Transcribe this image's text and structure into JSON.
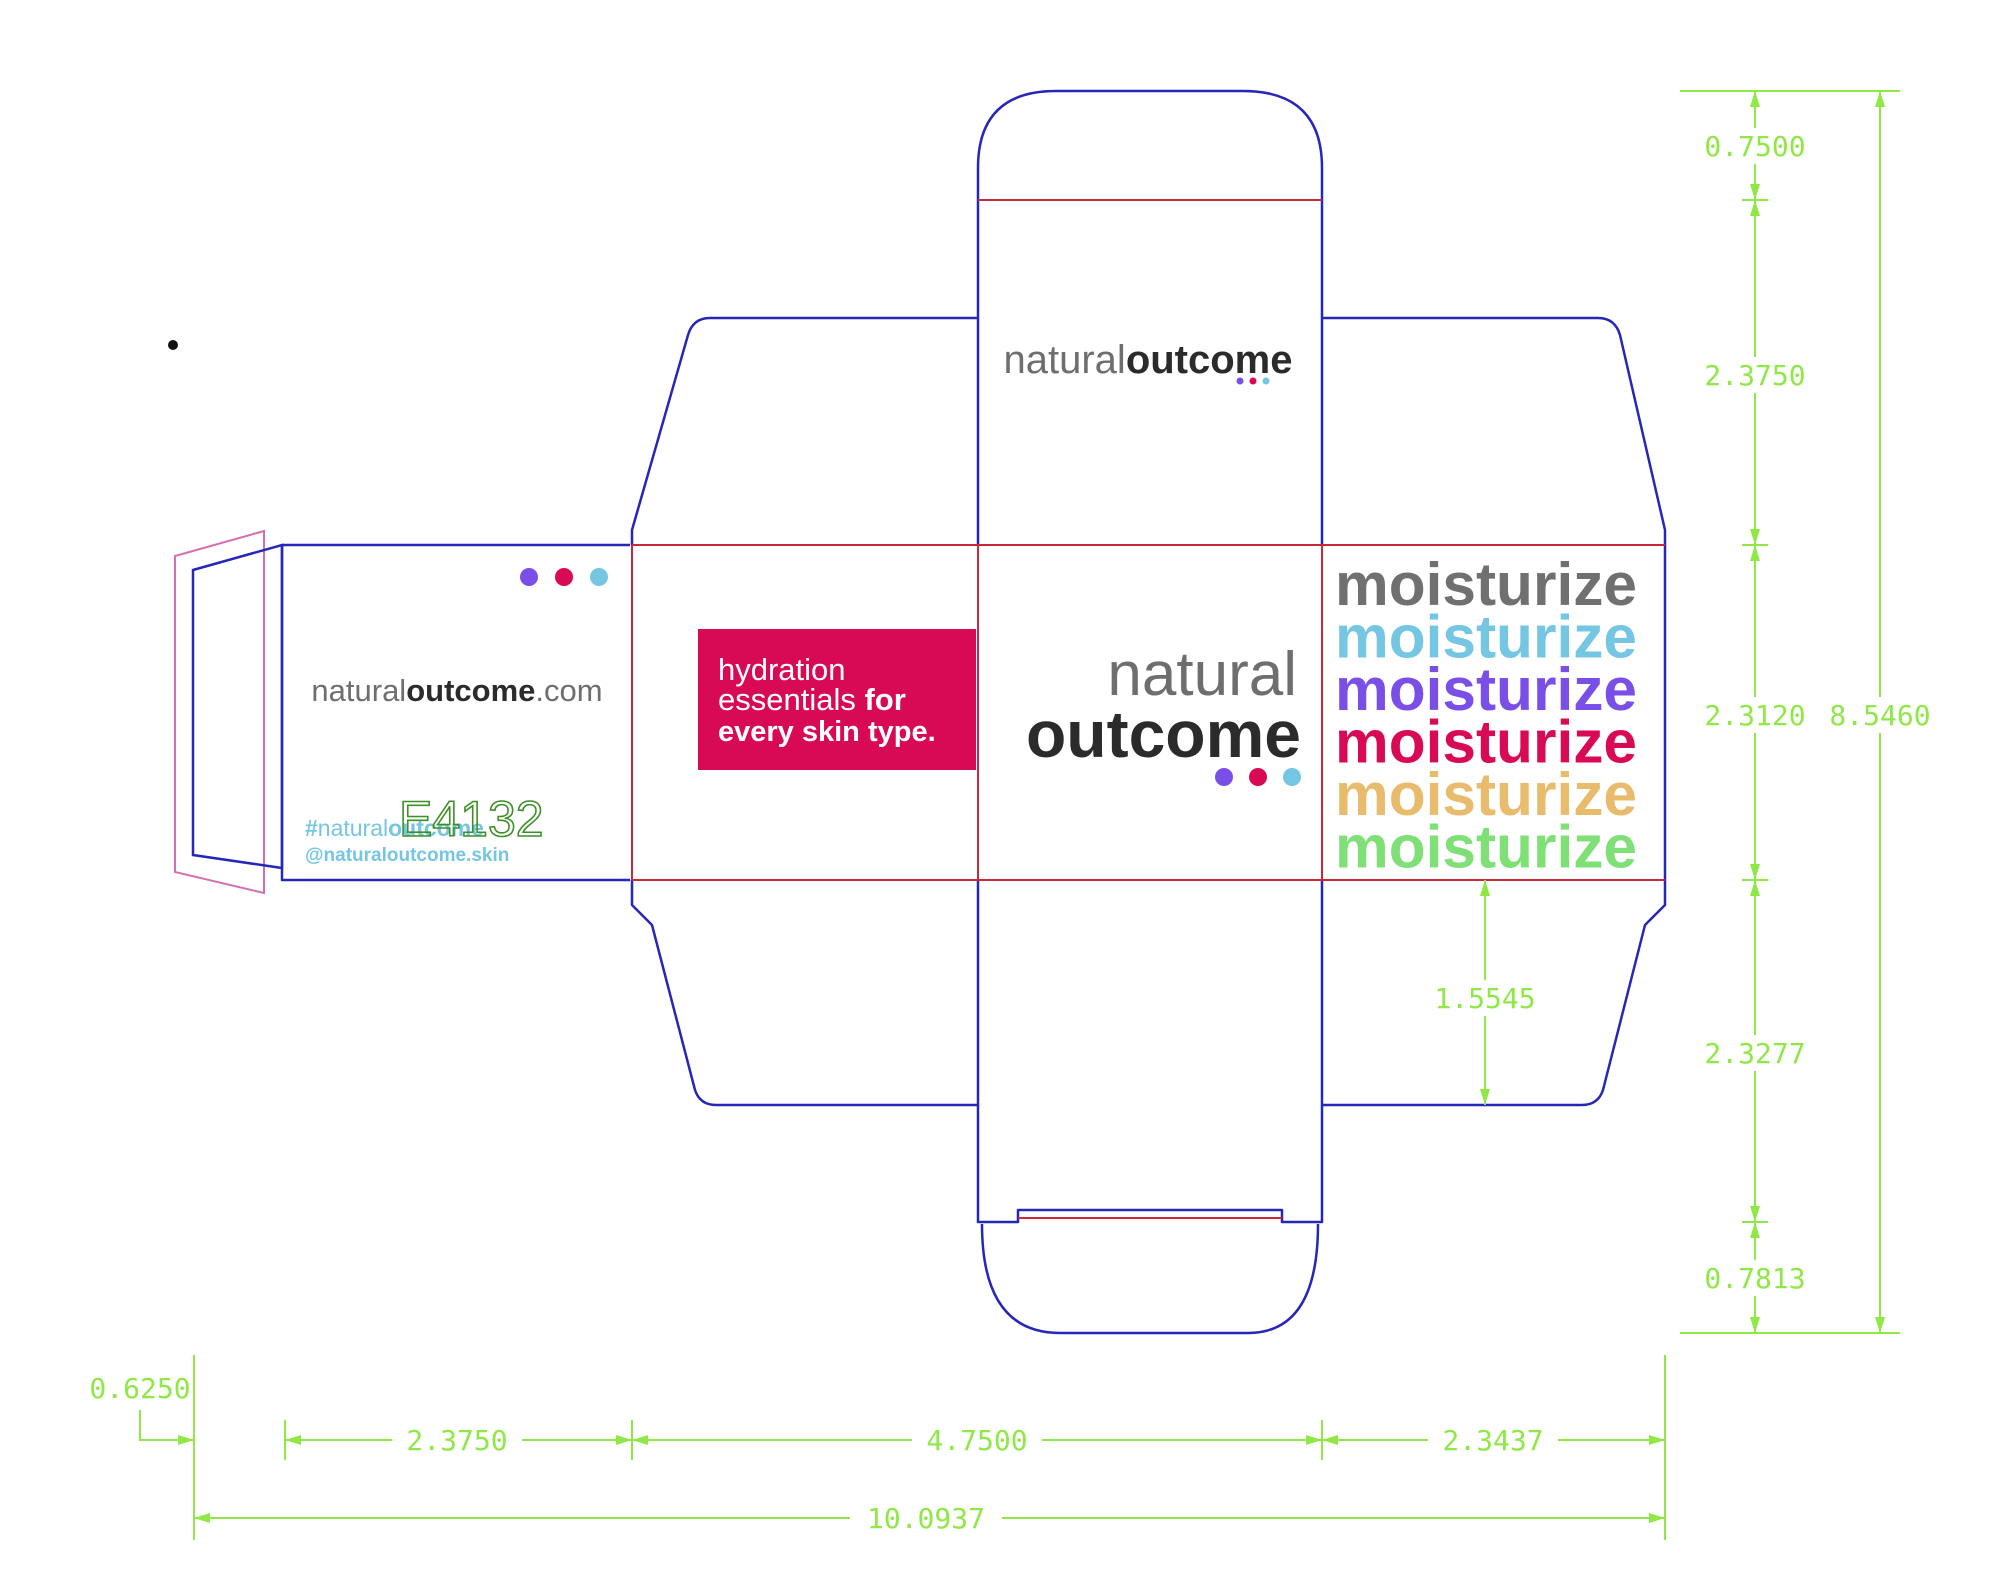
{
  "brand": {
    "light": "natural",
    "bold": "outcome",
    "domain_suffix": ".com",
    "stacked_light": "natural",
    "stacked_bold": "outcome"
  },
  "side_panel": {
    "hashtag_prefix": "#",
    "hashtag_light": "natural",
    "hashtag_bold": "outcome",
    "handle": "@naturaloutcome.skin",
    "code": "E4132"
  },
  "tagline": {
    "line1": "hydration",
    "line2_light": "essentials",
    "line2_bold": "for",
    "line3": "every skin type."
  },
  "moisturize": {
    "word": "moisturize",
    "colors": [
      "#707070",
      "#74C6E2",
      "#7A4FE8",
      "#D90A55",
      "#E8BC6C",
      "#7FE078"
    ]
  },
  "dimensions": {
    "right": [
      "0.7500",
      "2.3750",
      "2.3120",
      "2.3277",
      "0.7813"
    ],
    "total_height": "8.5460",
    "flap_height": "1.5545",
    "glue_tab": "0.6250",
    "bottom": [
      "2.3750",
      "4.7500",
      "2.3437"
    ],
    "total_width": "10.0937"
  },
  "colors": {
    "cut_line": "#2626B8",
    "fold_line": "#C8283A",
    "glue_line": "#D470B0",
    "dimension": "#8FE846",
    "text_dark": "#2B2B2B",
    "text_light": "#6E6E6E",
    "accent_pink": "#D90A55",
    "dot_purple": "#7A4FE8",
    "dot_pink": "#D90A55",
    "dot_blue": "#74C6E2",
    "hashtag_blue": "#74C6E2",
    "code_green": "#3F8F28"
  }
}
